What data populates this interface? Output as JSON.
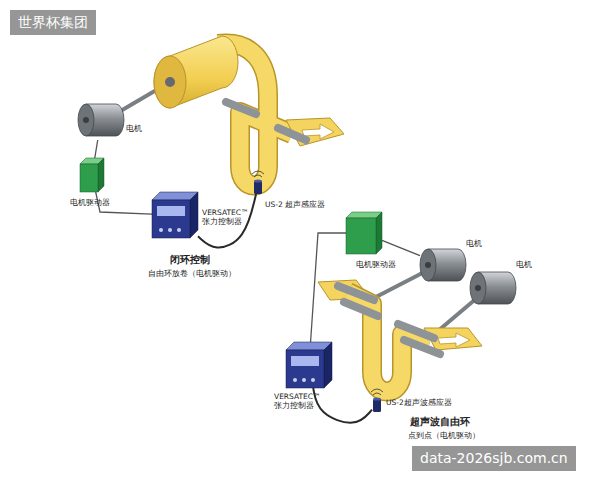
{
  "diagram": {
    "nodes": [
      {
        "text": [
          "电机"
        ]
      },
      {
        "text": [
          "电机驱动器"
        ]
      },
      {
        "text": [
          "VERSATEC™ 张力控制器"
        ]
      },
      {
        "text": [
          "US-2 超声感应器"
        ]
      },
      {
        "text": [
          "电机驱动器"
        ]
      },
      {
        "text": [
          "电机"
        ]
      },
      {
        "text": [
          "电机"
        ]
      },
      {
        "text": [
          "VERSATEC™ 张力控制器"
        ]
      },
      {
        "text": [
          "US-2超声波感应器"
        ]
      }
    ],
    "edges": [
      {
        "from": 0,
        "to": 1,
        "arrow": "none"
      },
      {
        "from": 1,
        "to": 2,
        "arrow": "none"
      },
      {
        "from": 2,
        "to": 3,
        "arrow": "none"
      },
      {
        "from": 4,
        "to": 5,
        "arrow": "none"
      },
      {
        "from": 7,
        "to": 4,
        "arrow": "none"
      },
      {
        "from": 7,
        "to": 8,
        "arrow": "none"
      }
    ],
    "labels": [
      "世界杯集团",
      "data-2026sjb.com.cn",
      "闭环控制",
      "自由环放卷（电机驱动）",
      "超声波自由环",
      "点到点（电机驱动）"
    ]
  }
}
